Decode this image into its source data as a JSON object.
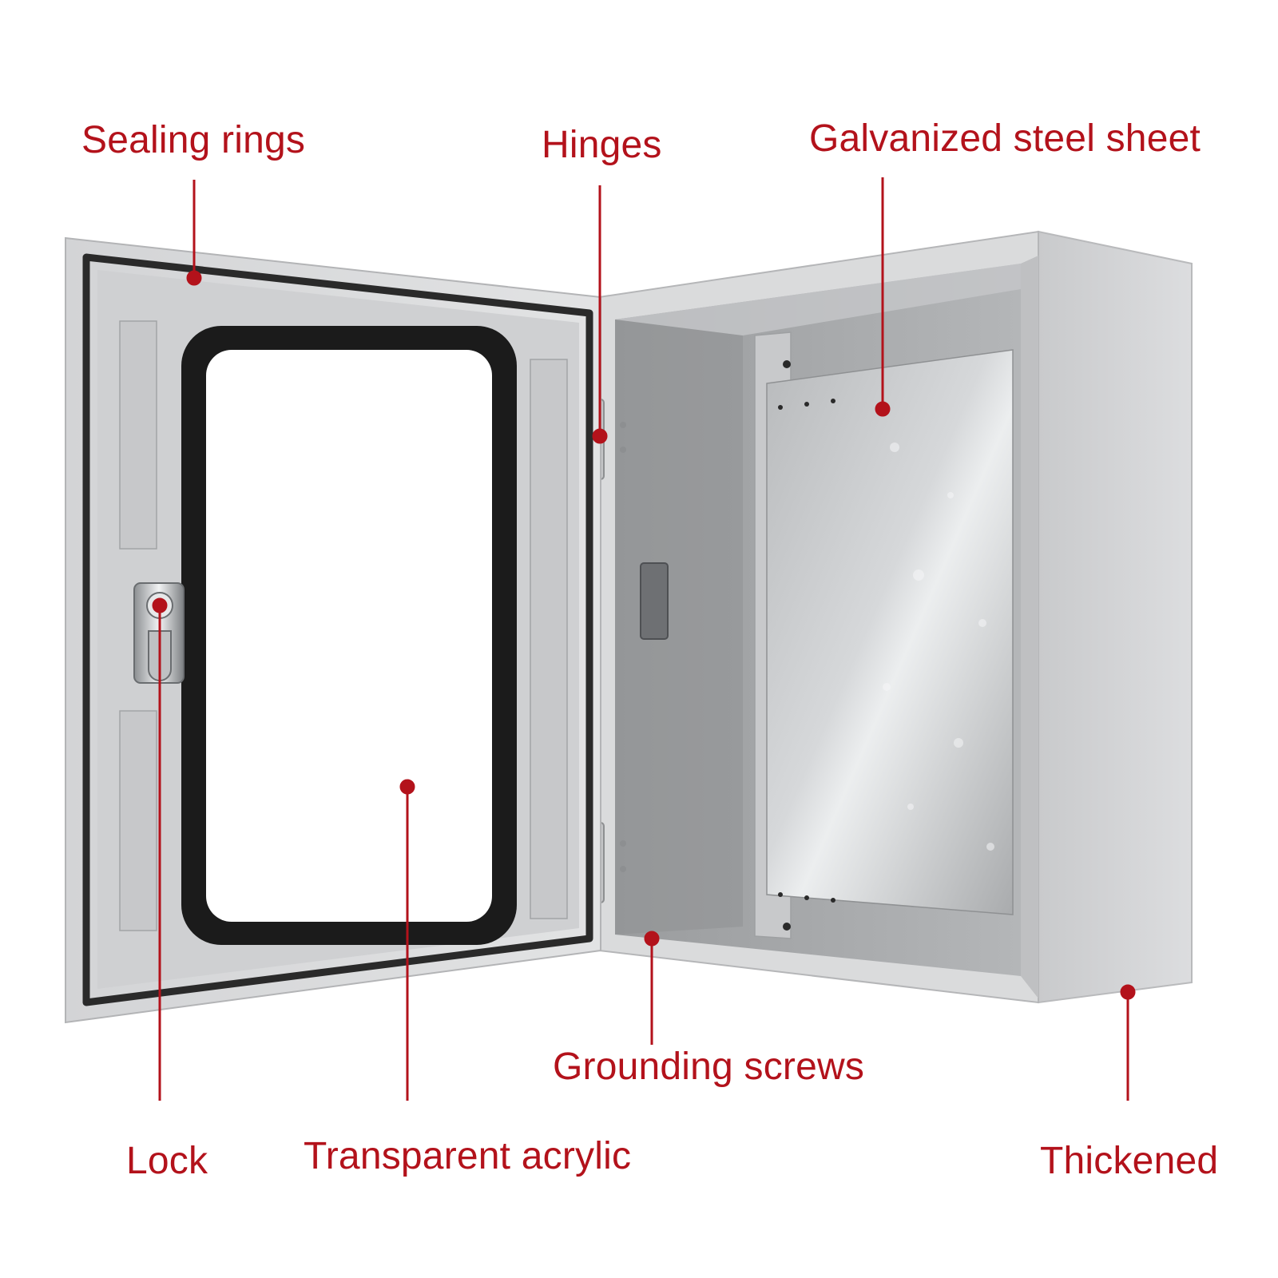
{
  "colors": {
    "accent": "#b3121b",
    "enclosure": "#d8d9da",
    "interior": "#a9abad",
    "gasket": "#1b1b1b",
    "mounting_plate": "#c2c4c6"
  },
  "callouts": {
    "sealing_rings": "Sealing rings",
    "hinges": "Hinges",
    "galvanized_steel_sheet": "Galvanized steel sheet",
    "grounding_screws": "Grounding screws",
    "lock": "Lock",
    "transparent_acrylic": "Transparent acrylic",
    "thickened": "Thickened"
  },
  "icons": {
    "lock": "lock-icon",
    "hinge": "hinge-icon"
  }
}
